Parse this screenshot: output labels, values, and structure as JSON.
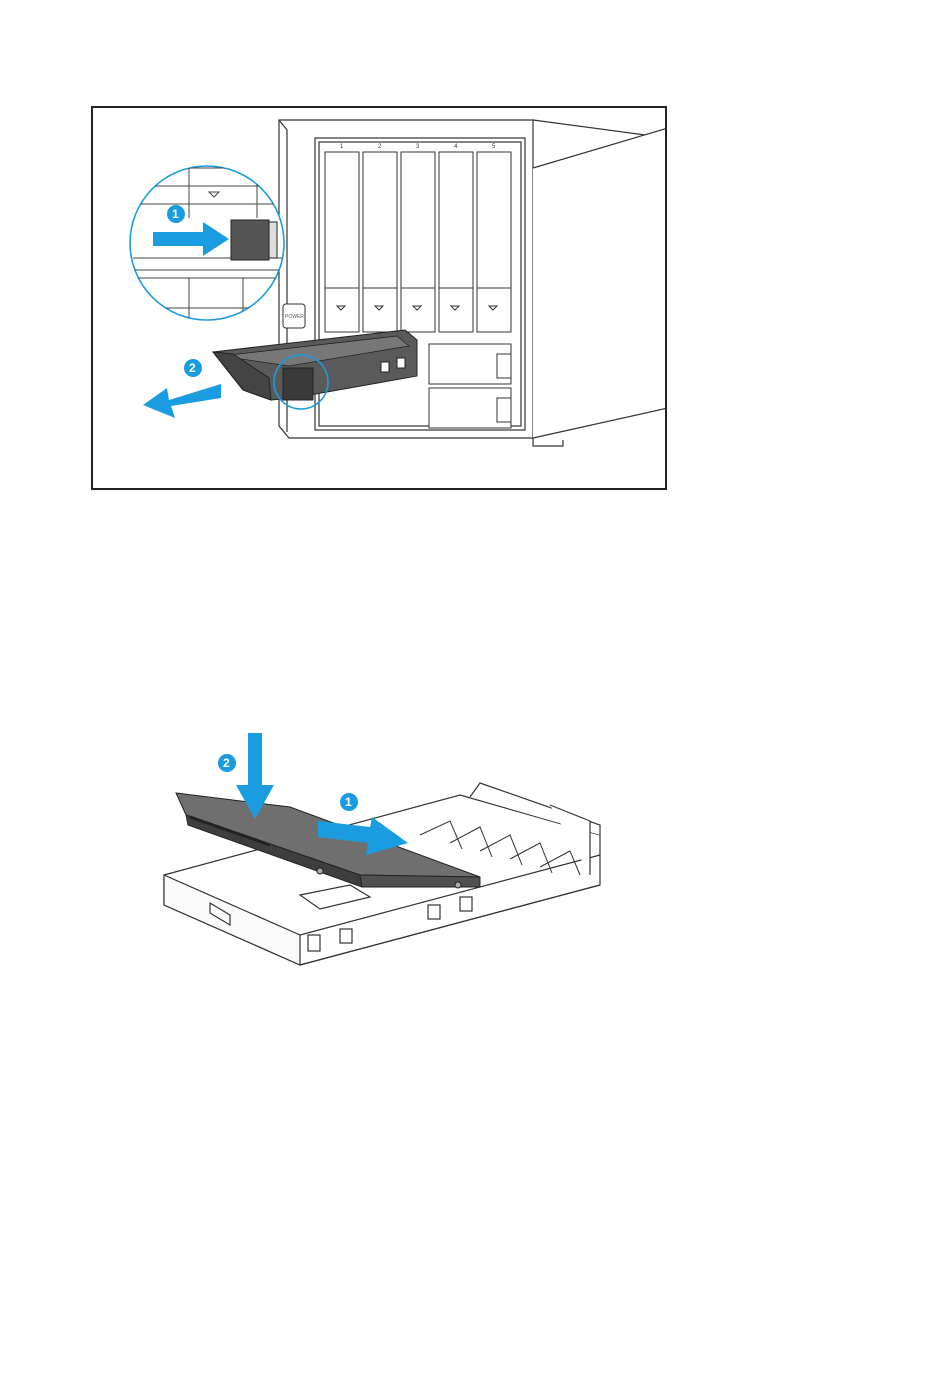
{
  "figure1": {
    "bay_numbers": [
      "1",
      "2",
      "3",
      "4",
      "5"
    ],
    "step_badges": [
      "1",
      "2"
    ],
    "button_label": "POWER"
  },
  "figure2": {
    "step_badges": [
      "2",
      "1"
    ]
  },
  "colors": {
    "accent": "#1a9de0",
    "drive": "#6f6f6f",
    "tray_dark": "#555555",
    "line": "#333333"
  },
  "icons": [
    "push-right-arrow-icon",
    "pull-out-arrow-icon",
    "push-down-arrow-icon",
    "slide-in-arrow-icon"
  ]
}
